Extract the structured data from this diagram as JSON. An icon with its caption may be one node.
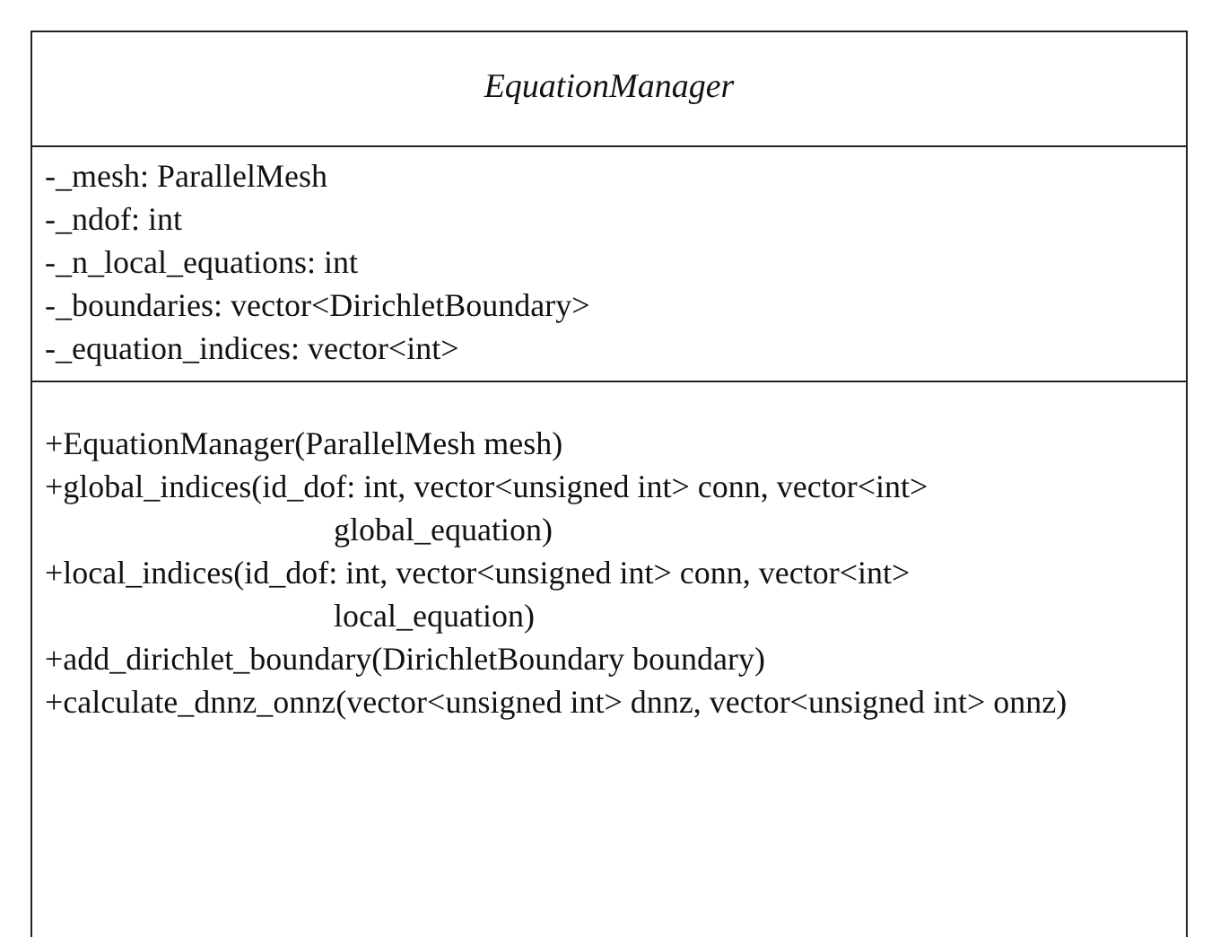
{
  "diagram": {
    "nodes": [
      {
        "text": [
          "EquationManager"
        ]
      },
      {
        "text": [
          "-_mesh: ParallelMesh",
          "-_ndof: int",
          "-_n_local_equations: int",
          "-_boundaries: vector<DirichletBoundary>",
          "-_equation_indices: vector<int>"
        ],
        "in": 0
      },
      {
        "text": [
          "+EquationManager(ParallelMesh mesh)",
          "+global_indices(id_dof: int, vector<unsigned int> conn, vector<int> global_equation)",
          "+local_indices(id_dof: int, vector<unsigned int> conn, vector<int> local_equation)",
          "+add_dirichlet_boundary(DirichletBoundary boundary)",
          "+calculate_dnnz_onnz(vector<unsigned int> dnnz, vector<unsigned int> onnz)"
        ],
        "in": 0
      }
    ]
  }
}
